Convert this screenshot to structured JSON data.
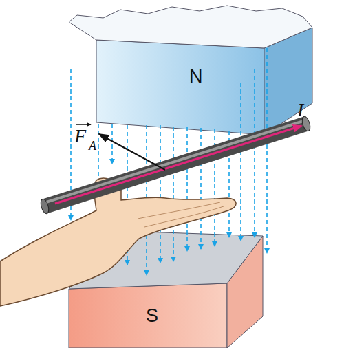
{
  "diagram": {
    "nodes": [
      {
        "text": [
          "N"
        ]
      },
      {
        "text": [
          "S"
        ]
      }
    ],
    "labels": [
      "F",
      "A",
      "I"
    ]
  }
}
